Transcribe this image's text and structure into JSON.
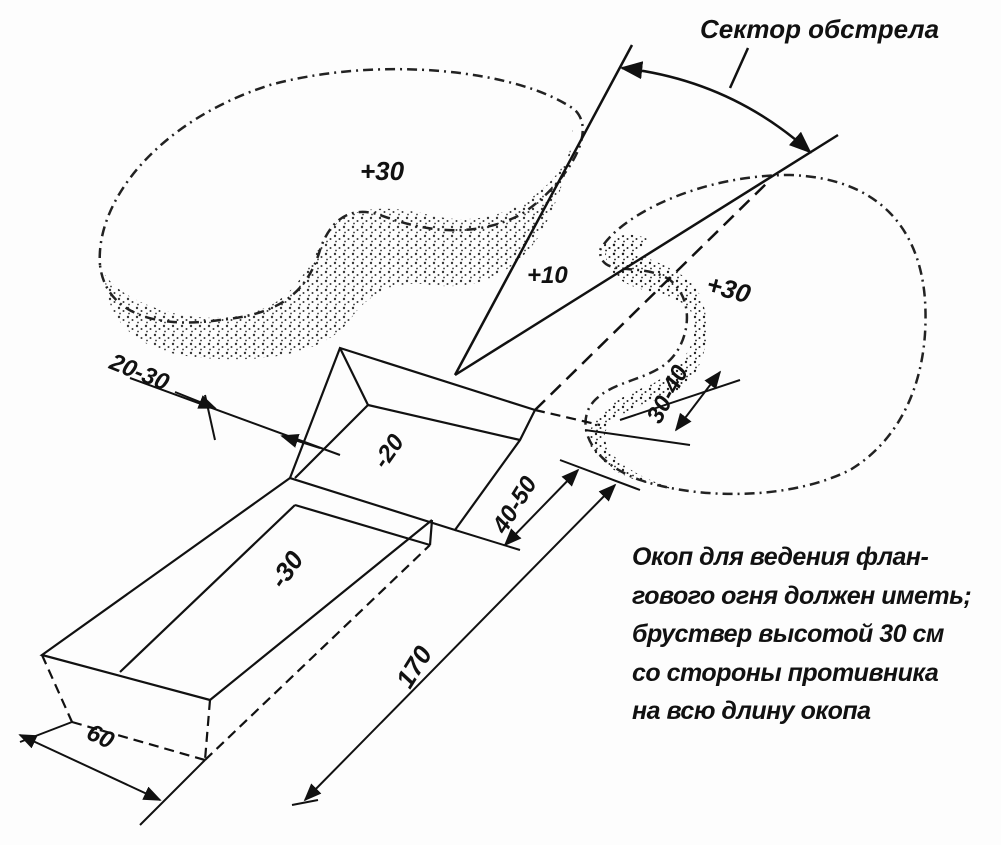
{
  "title": "Сектор обстрела",
  "labels": {
    "parapet_left": "+30",
    "parapet_center": "+10",
    "parapet_right": "+30",
    "width_left": "20-30",
    "width_right": "30-40",
    "step_depth": "-20",
    "step_length": "40-50",
    "trench_depth": "-30",
    "trench_length": "170",
    "trench_width": "60"
  },
  "caption": [
    "Окоп для ведения флан-",
    "гового огня должен иметь;",
    "бруствер высотой 30 см",
    "со стороны противника",
    "на всю длину окопа"
  ]
}
